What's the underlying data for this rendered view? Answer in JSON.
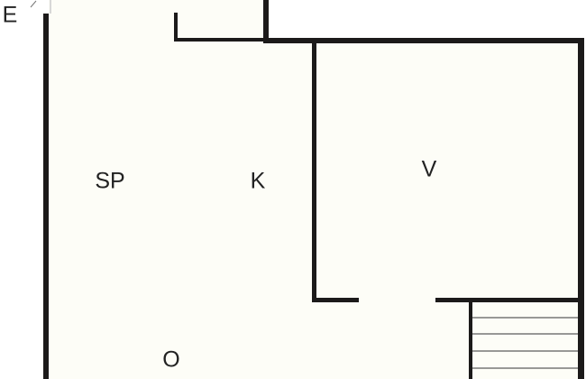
{
  "rooms": {
    "entrance": "E",
    "sleeping": "SP",
    "kitchen": "K",
    "living": "V",
    "other": "O"
  },
  "colors": {
    "floor": "#fdfdf7",
    "wall": "#1c1a1a",
    "stair": "#777777"
  }
}
